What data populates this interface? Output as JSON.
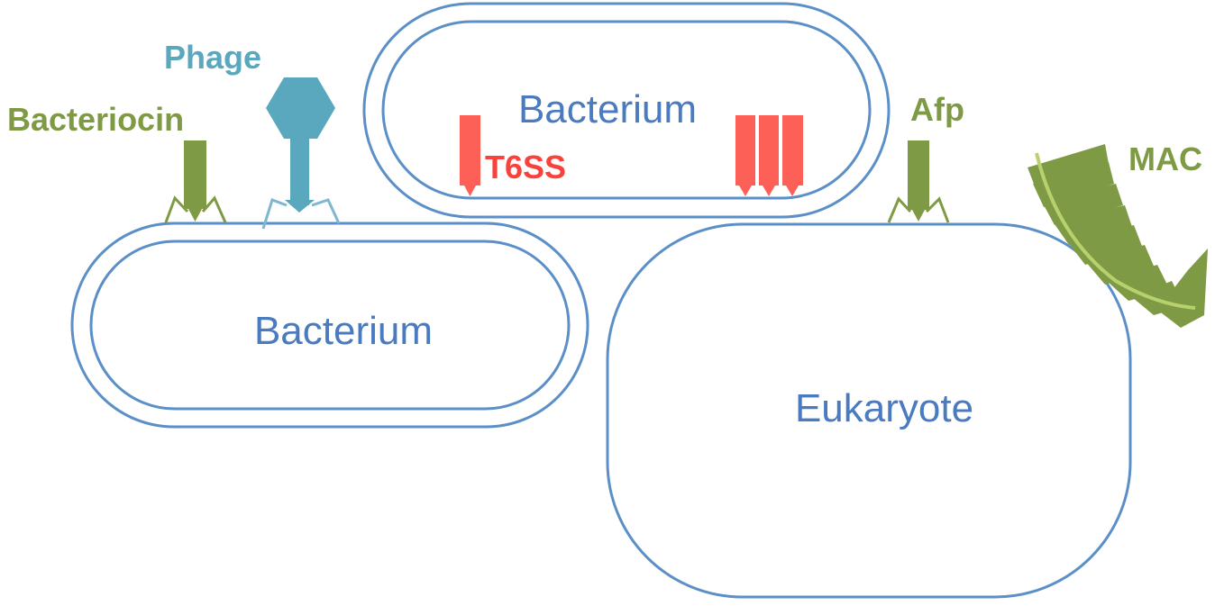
{
  "colors": {
    "membrane": "#5b8fc7",
    "cell_text": "#4a7abf",
    "bacteriocin": "#7f9a44",
    "phage": "#5aa8bd",
    "phage_legs": "#7fb7d0",
    "t6ss": "#fd6056",
    "t6ss_text": "#f9423c",
    "afp": "#7f9a44",
    "mac": "#7f9a44",
    "mac_ring": "#b7d16e"
  },
  "labels": {
    "bacterium_top": "Bacterium",
    "bacterium_left": "Bacterium",
    "eukaryote": "Eukaryote",
    "phage": "Phage",
    "bacteriocin": "Bacteriocin",
    "t6ss": "T6SS",
    "afp": "Afp",
    "mac": "MAC"
  }
}
